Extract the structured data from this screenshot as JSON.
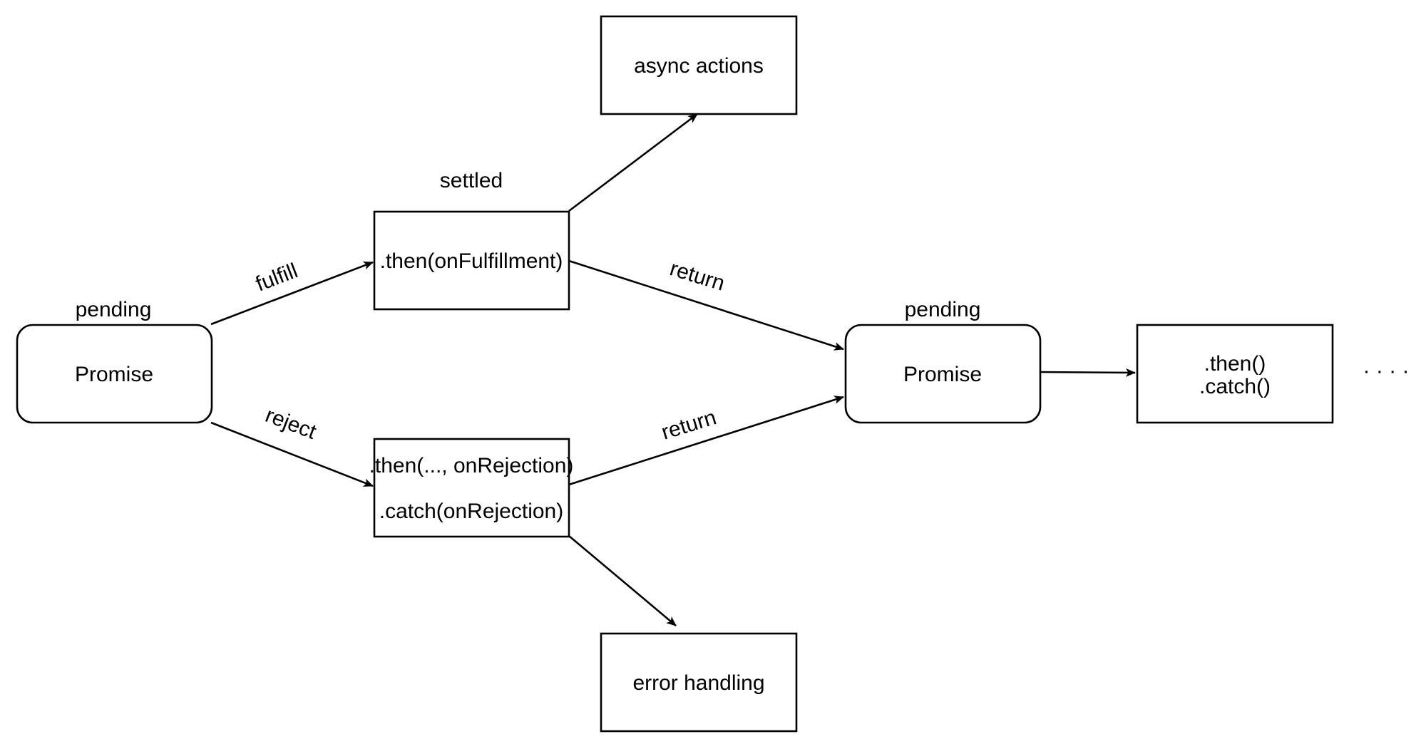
{
  "diagram": {
    "nodes": {
      "promise_1": {
        "label": "Promise",
        "state_label": "pending"
      },
      "then_fulfillment": {
        "label": ".then(onFulfillment)",
        "state_label": "settled"
      },
      "then_rejection": {
        "label_line_1": ".then(..., onRejection)",
        "label_line_2": ".catch(onRejection)"
      },
      "async_actions": {
        "label": "async actions"
      },
      "error_handling": {
        "label": "error handling"
      },
      "promise_2": {
        "label": "Promise",
        "state_label": "pending"
      },
      "chain_methods": {
        "label_line_1": ".then()",
        "label_line_2": ".catch()"
      },
      "continuation": {
        "label": "· · · ·"
      }
    },
    "edges": {
      "fulfill": {
        "from": "Promise",
        "to": ".then(onFulfillment)",
        "label": "fulfill"
      },
      "reject": {
        "from": "Promise",
        "to": ".then(..., onRejection)",
        "label": "reject"
      },
      "fulfillment_to_async": {
        "from": ".then(onFulfillment)",
        "to": "async actions"
      },
      "rejection_to_error": {
        "from": ".then(..., onRejection)",
        "to": "error handling"
      },
      "return_from_fulfillment": {
        "from": ".then(onFulfillment)",
        "to": "Promise",
        "label": "return"
      },
      "return_from_rejection": {
        "from": ".then(..., onRejection)",
        "to": "Promise",
        "label": "return"
      },
      "promise_to_chain": {
        "from": "Promise",
        "to": ".then() .catch()"
      }
    },
    "colors": {
      "stroke": "#000000",
      "background": "#ffffff"
    }
  }
}
